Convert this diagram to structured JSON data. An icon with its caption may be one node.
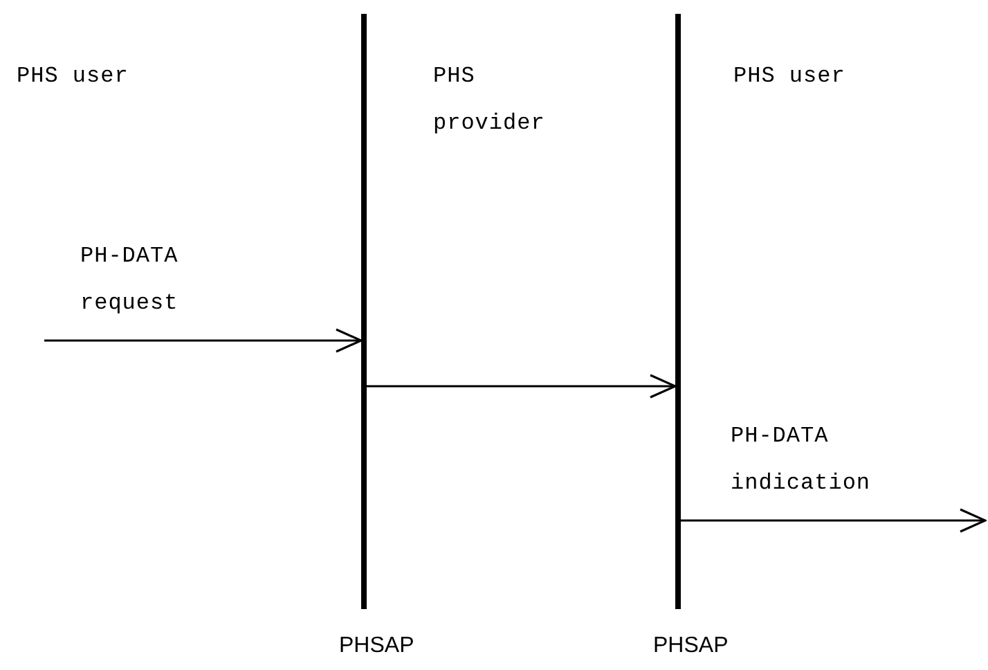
{
  "diagram": {
    "nodes": [
      {
        "text": [
          "PHSAP"
        ]
      },
      {
        "text": [
          "PHSAP"
        ]
      }
    ],
    "edges": [
      {
        "from": null,
        "to": 0,
        "arrow": "to",
        "label": "PH-DATA request"
      },
      {
        "from": 0,
        "to": 1,
        "arrow": "to"
      },
      {
        "from": 1,
        "to": null,
        "arrow": "to",
        "label": "PH-DATA indication"
      }
    ],
    "labels": [
      "PHS user",
      "PHS provider",
      "PHS user"
    ]
  }
}
